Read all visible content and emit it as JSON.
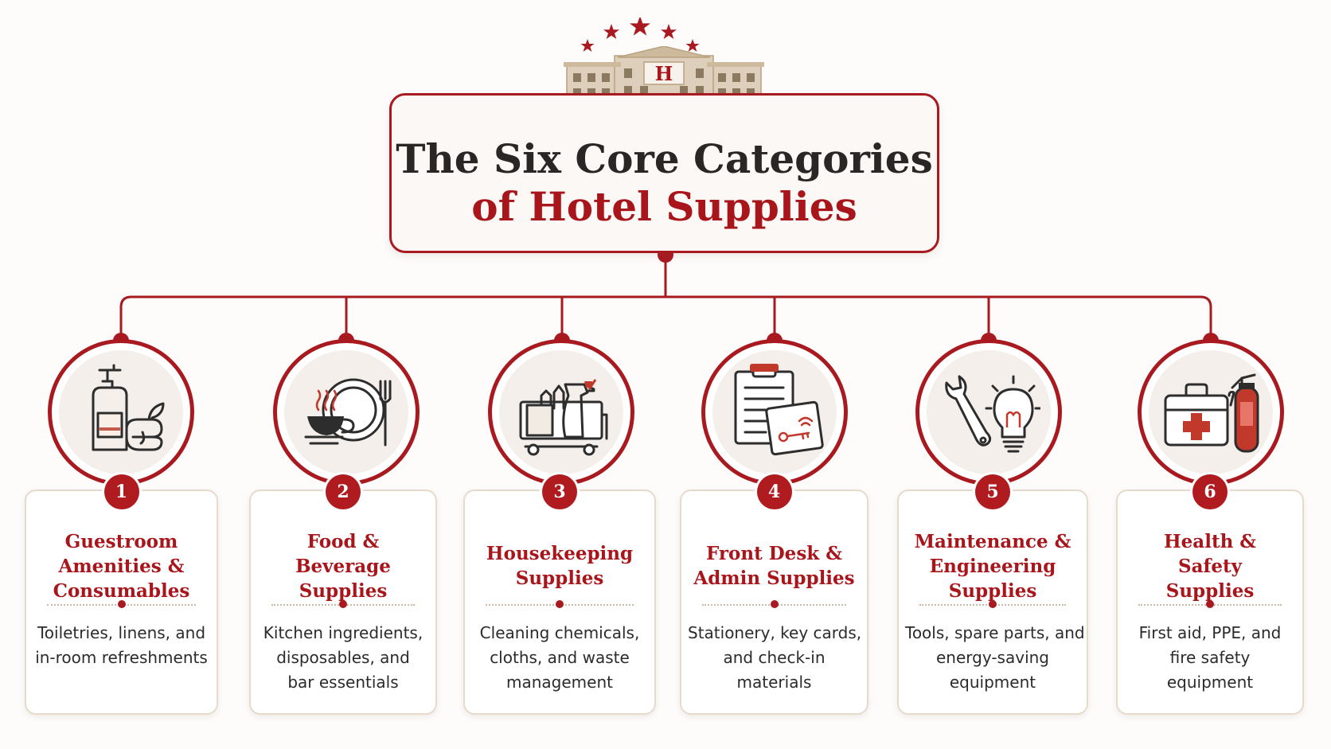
{
  "colors": {
    "accent": "#a8161c",
    "title_dark": "#2a2625",
    "card_border": "#e6dacb",
    "building": "#c9b59b"
  },
  "building": {
    "sign_letter": "H"
  },
  "title": {
    "line1": "The Six Core Categories",
    "line2": "of Hotel Supplies"
  },
  "categories": [
    {
      "number": "1",
      "icon": "toiletries-icon",
      "title_lines": [
        "Guestroom",
        "Amenities &",
        "Consumables"
      ],
      "desc_lines": [
        "Toiletries, linens, and",
        "in-room refreshments"
      ]
    },
    {
      "number": "2",
      "icon": "food-beverage-icon",
      "title_lines": [
        "Food &",
        "Beverage",
        "Supplies"
      ],
      "desc_lines": [
        "Kitchen ingredients,",
        "disposables, and",
        "bar essentials"
      ]
    },
    {
      "number": "3",
      "icon": "housekeeping-cart-icon",
      "title_lines": [
        "Housekeeping",
        "Supplies"
      ],
      "desc_lines": [
        "Cleaning chemicals,",
        "cloths, and waste",
        "management"
      ]
    },
    {
      "number": "4",
      "icon": "clipboard-keycard-icon",
      "title_lines": [
        "Front Desk &",
        "Admin Supplies"
      ],
      "desc_lines": [
        "Stationery, key cards,",
        "and check-in",
        "materials"
      ]
    },
    {
      "number": "5",
      "icon": "wrench-lightbulb-icon",
      "title_lines": [
        "Maintenance &",
        "Engineering",
        "Supplies"
      ],
      "desc_lines": [
        "Tools, spare parts, and",
        "energy-saving",
        "equipment"
      ]
    },
    {
      "number": "6",
      "icon": "first-aid-extinguisher-icon",
      "title_lines": [
        "Health &",
        "Safety",
        "Supplies"
      ],
      "desc_lines": [
        "First aid, PPE, and",
        "fire safety",
        "equipment"
      ]
    }
  ]
}
